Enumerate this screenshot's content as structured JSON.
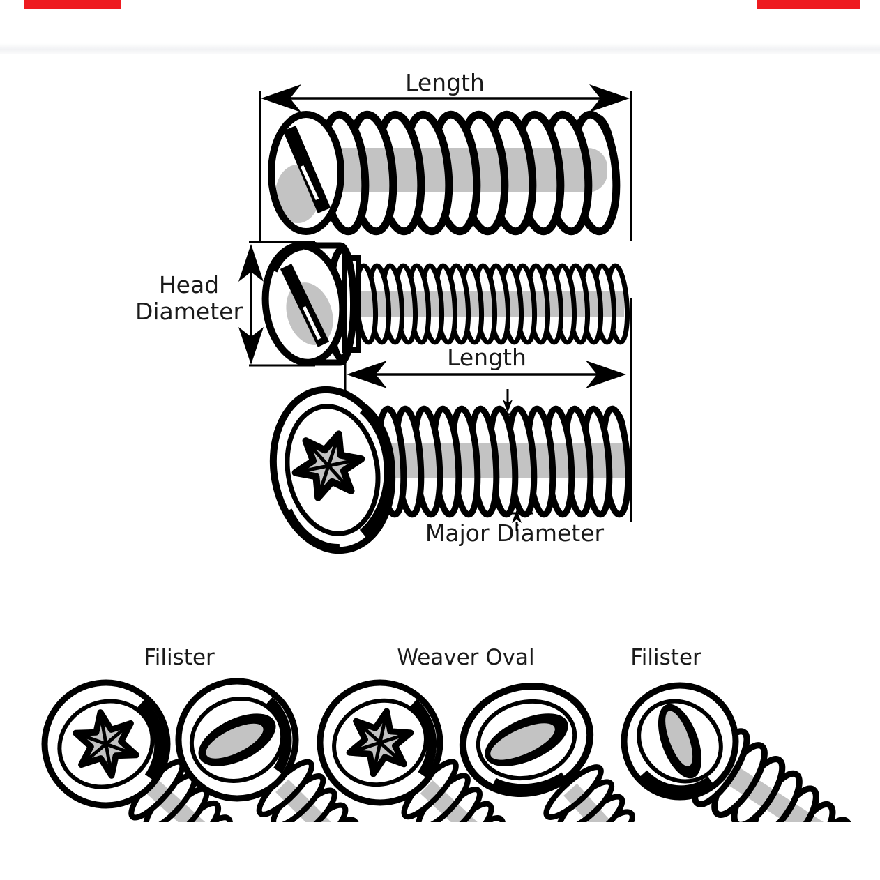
{
  "colors": {
    "ink": "#1a1a1a",
    "outline_black": "#000000",
    "thread_gray": "#c3c3c3",
    "banner_red": "#ee1b20",
    "header_band_gray": "#f1f2f4",
    "background": "#ffffff"
  },
  "dimension_labels": {
    "top_length": "Length",
    "head_diameter": {
      "line1": "Head",
      "line2": "Diameter"
    },
    "middle_length": "Length",
    "major_diameter": "Major Diameter"
  },
  "head_type_labels": [
    "Filister",
    "Weaver Oval",
    "Filister"
  ]
}
